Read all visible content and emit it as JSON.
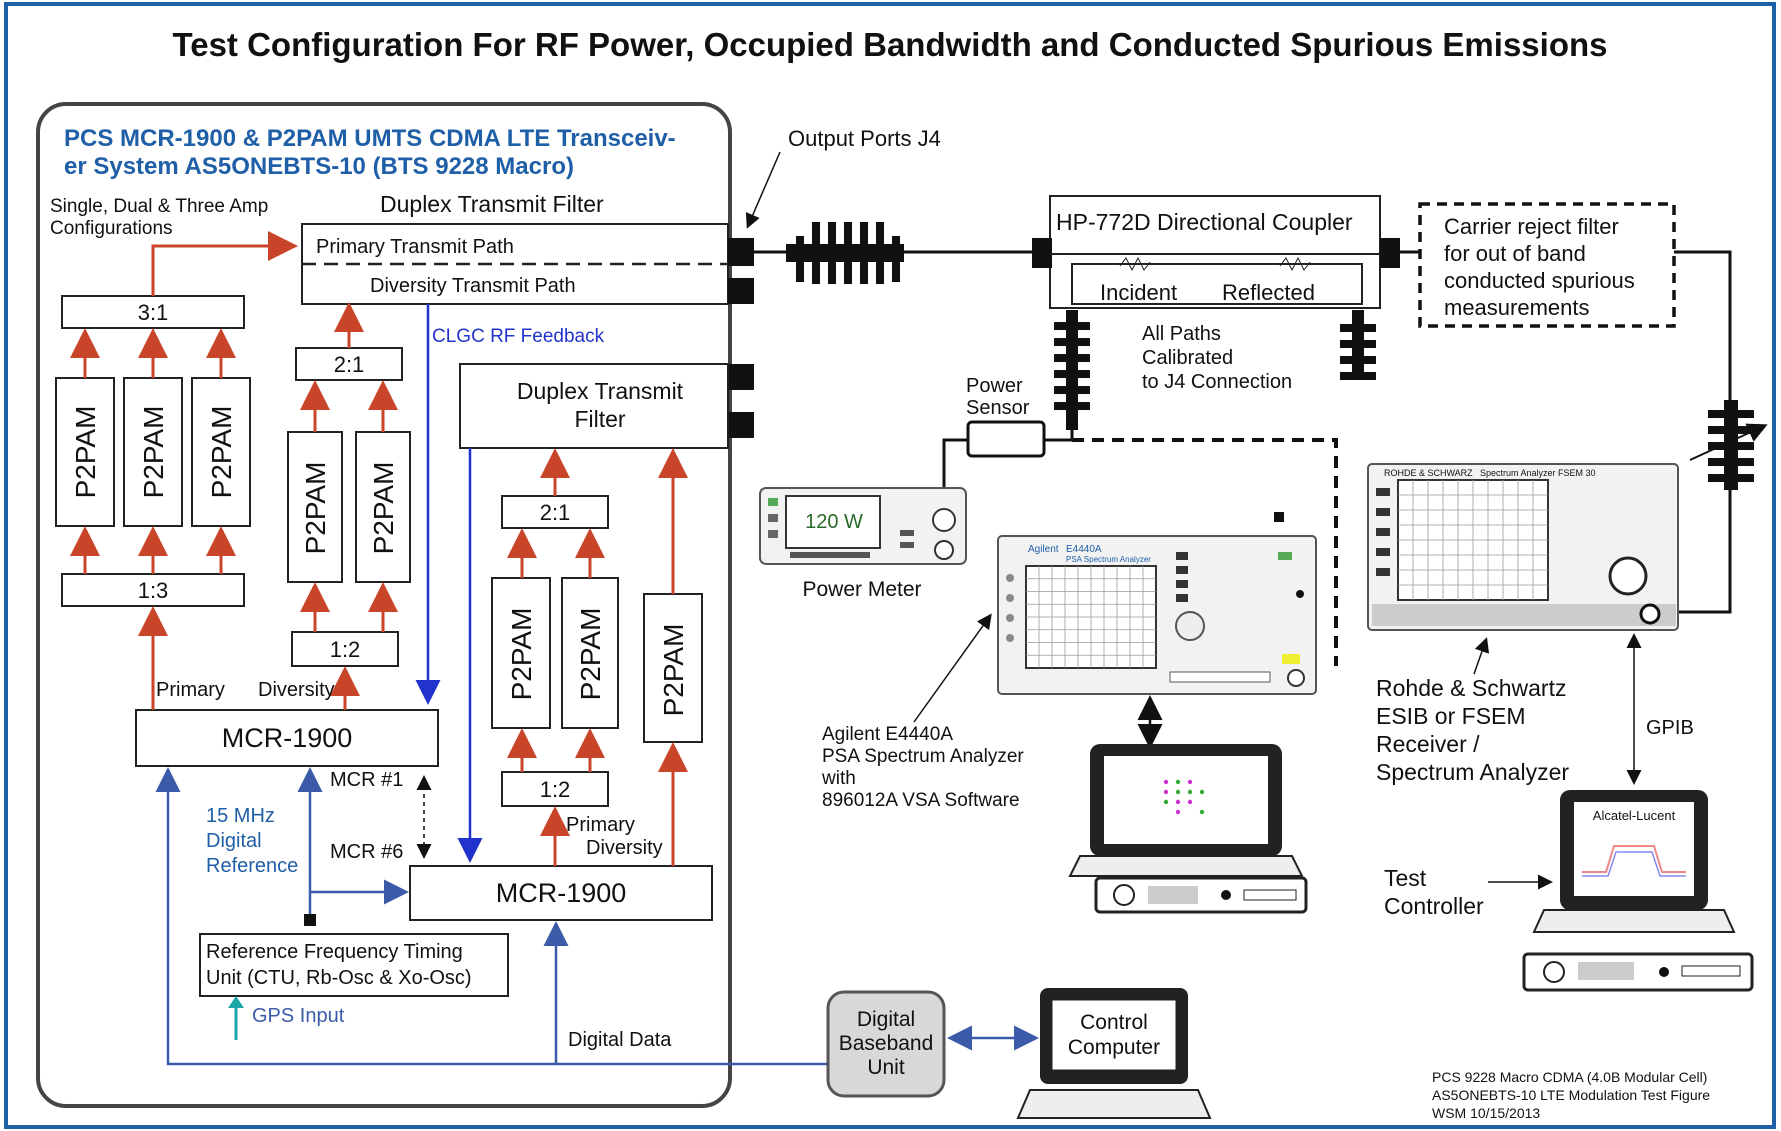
{
  "title": "Test Configuration For RF Power, Occupied Bandwidth and Conducted Spurious Emissions",
  "system": {
    "line1": "PCS MCR-1900 & P2PAM UMTS CDMA LTE Transceiv-",
    "line2": "er System AS5ONEBTS-10  (BTS 9228 Macro)",
    "amp_config_1": "Single, Dual & Three Amp",
    "amp_config_2": "Configurations"
  },
  "duplex_filter_top": {
    "label": "Duplex Transmit Filter",
    "primary": "Primary Transmit Path",
    "diversity": "Diversity Transmit Path"
  },
  "duplex_filter_2": {
    "line1": "Duplex Transmit",
    "line2": "Filter"
  },
  "clgc": "CLGC RF Feedback",
  "output_ports": "Output Ports J4",
  "combiner_3_1": "3:1",
  "splitter_1_3": "1:3",
  "combiner_2_1": "2:1",
  "splitter_1_2": "1:2",
  "pam": "P2PAM",
  "mcr_main": "MCR-1900",
  "primary": "Primary",
  "diversity": "Diversity",
  "mcr1": "MCR #1",
  "mcr6": "MCR #6",
  "digital_ref": {
    "l1": "15 MHz",
    "l2": "Digital",
    "l3": "Reference"
  },
  "ref_unit": {
    "l1": "Reference Frequency Timing",
    "l2": "Unit (CTU, Rb-Osc & Xo-Osc)"
  },
  "gps": "GPS Input",
  "digital_data": "Digital Data",
  "baseband": {
    "l1": "Digital",
    "l2": "Baseband",
    "l3": "Unit"
  },
  "control": {
    "l1": "Control",
    "l2": "Computer"
  },
  "coupler": {
    "label": "HP-772D Directional Coupler",
    "incident": "Incident",
    "reflected": "Reflected"
  },
  "calibrated": {
    "l1": "All Paths",
    "l2": "Calibrated",
    "l3": "to J4 Connection"
  },
  "reject": {
    "l1": "Carrier reject filter",
    "l2": "for out of band",
    "l3": "conducted  spurious",
    "l4": "measurements"
  },
  "power_sensor": {
    "l1": "Power",
    "l2": "Sensor"
  },
  "power_meter": {
    "label": "Power Meter",
    "reading": "120 W"
  },
  "agilent": {
    "brand": "Agilent",
    "model": "E4440A",
    "sub": "PSA Spectrum Analyzer",
    "l1": "Agilent E4440A",
    "l2": "PSA Spectrum Analyzer",
    "l3": "with",
    "l4": "896012A VSA Software"
  },
  "rs": {
    "brand": "ROHDE & SCHWARZ",
    "model": "Spectrum Analyzer FSEM 30",
    "l1": "Rohde & Schwartz",
    "l2": "ESIB or FSEM",
    "l3": "Receiver /",
    "l4": "Spectrum Analyzer"
  },
  "gpib": "GPIB",
  "test_controller": {
    "l1": "Test",
    "l2": "Controller",
    "screen": "Alcatel-Lucent"
  },
  "footer": {
    "l1": "PCS 9228 Macro CDMA  (4.0B Modular Cell)",
    "l2": "AS5ONEBTS-10  LTE Modulation Test Figure",
    "l3": "WSM 10/15/2013"
  },
  "colors": {
    "frame": "#1f5fa8",
    "rf_path": "#c8452a",
    "reference": "#3b5aa8",
    "clgc": "#2233cc"
  }
}
